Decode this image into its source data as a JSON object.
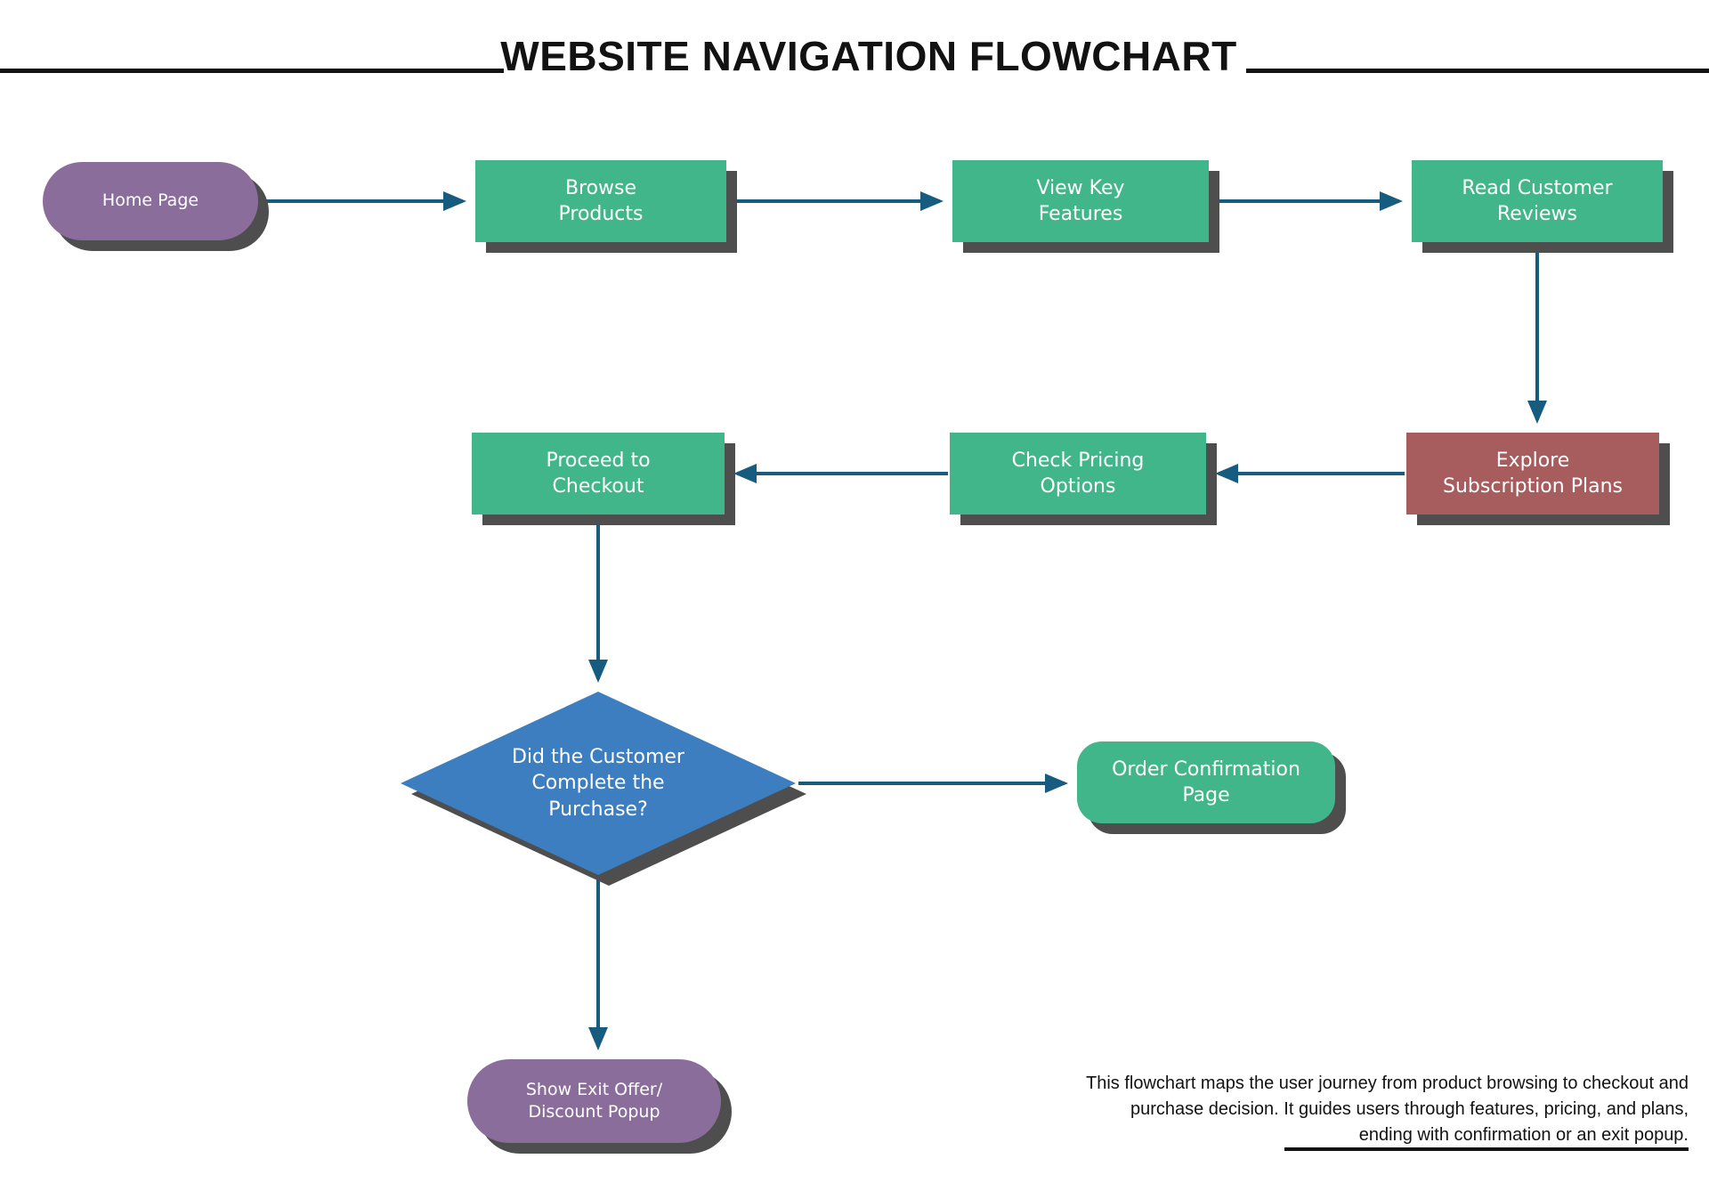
{
  "title": "WEBSITE NAVIGATION FLOWCHART",
  "nodes": {
    "home": {
      "label": "Home Page",
      "shape": "pill",
      "color": "#8b6d9c"
    },
    "browse_products": {
      "label": "Browse\nProducts",
      "shape": "rect",
      "color": "#42b68b"
    },
    "view_key_features": {
      "label": "View Key\nFeatures",
      "shape": "rect",
      "color": "#42b68b"
    },
    "read_customer_reviews": {
      "label": "Read Customer\nReviews",
      "shape": "rect",
      "color": "#42b68b"
    },
    "explore_subscription_plans": {
      "label": "Explore\nSubscription Plans",
      "shape": "rect",
      "color": "#a75c5e"
    },
    "check_pricing_options": {
      "label": "Check Pricing\nOptions",
      "shape": "rect",
      "color": "#42b68b"
    },
    "proceed_to_checkout": {
      "label": "Proceed to\nCheckout",
      "shape": "rect",
      "color": "#42b68b"
    },
    "decision": {
      "label": "Did the Customer\nComplete the\nPurchase?",
      "shape": "diamond",
      "color": "#3d7ec1"
    },
    "order_confirmation": {
      "label": "Order Confirmation\nPage",
      "shape": "rounded-rect",
      "color": "#42b68b"
    },
    "exit_popup": {
      "label": "Show Exit Offer/\nDiscount Popup",
      "shape": "pill",
      "color": "#8b6d9c"
    }
  },
  "edges": [
    "home -> browse_products",
    "browse_products -> view_key_features",
    "view_key_features -> read_customer_reviews",
    "read_customer_reviews -> explore_subscription_plans",
    "explore_subscription_plans -> check_pricing_options",
    "check_pricing_options -> proceed_to_checkout",
    "proceed_to_checkout -> decision",
    "decision -> order_confirmation",
    "decision -> exit_popup"
  ],
  "footer": {
    "description": "This flowchart maps the user journey from product browsing to checkout and\npurchase decision. It guides users through features, pricing, and plans,\nending with confirmation or an exit popup."
  },
  "colors": {
    "green_node": "#42b68b",
    "purple_node": "#8b6d9c",
    "maroon_node": "#a75c5e",
    "blue_node": "#3d7ec1",
    "arrow": "#175c7f",
    "shadow": "#4e4e4e",
    "text_on_node": "#ffffff",
    "title_text": "#121212"
  }
}
